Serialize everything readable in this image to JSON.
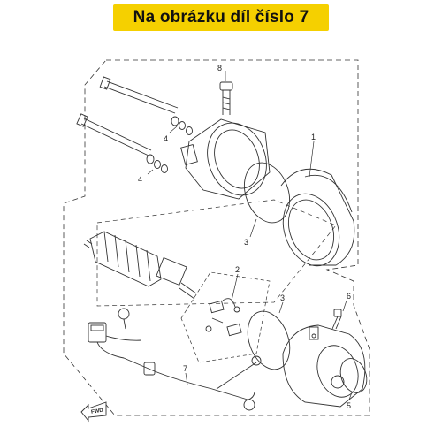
{
  "banner": {
    "text": "Na obrázku díl číslo 7",
    "color": "#f5d000"
  },
  "diagram": {
    "callouts": {
      "p1": "1",
      "p2": "2",
      "p3a": "3",
      "p3b": "3",
      "p4a": "4",
      "p4b": "4",
      "p5": "5",
      "p6": "6",
      "p7": "7",
      "p8": "8"
    },
    "fwd_label": "FWD"
  }
}
